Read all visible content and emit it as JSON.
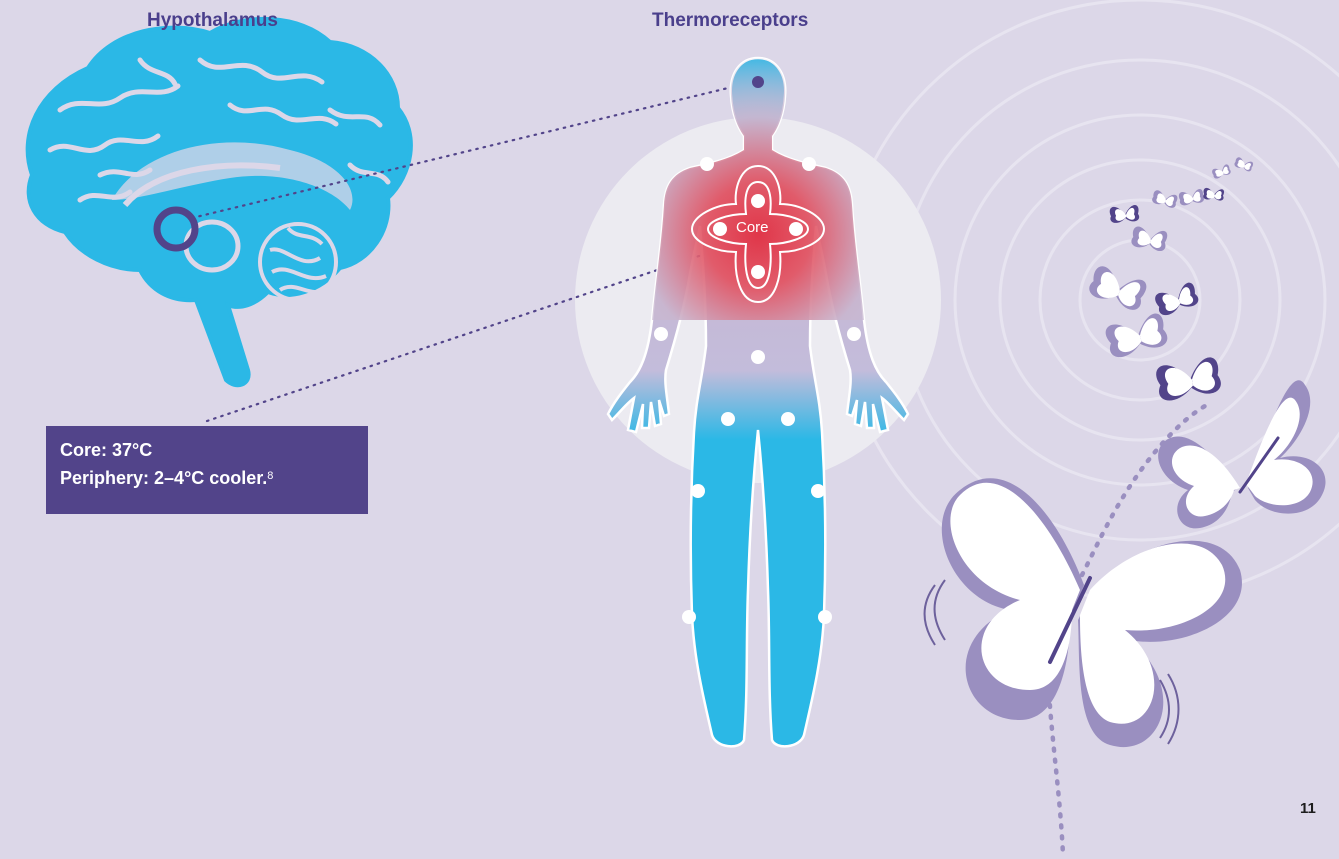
{
  "headings": {
    "hypothalamus": "Hypothalamus",
    "thermoreceptors": "Thermoreceptors"
  },
  "info_box": {
    "core": "Core: 37°C",
    "periphery": "Periphery: 2–4°C cooler.",
    "reference": "8"
  },
  "body_label": "Core",
  "page_number": "11",
  "colors": {
    "background": "#dcd7e8",
    "heading": "#4a3f8c",
    "brain": "#2bb8e6",
    "body": "#2bb8e6",
    "core_red": "#e0303a",
    "accent_purple": "#52448a",
    "butterfly_shadow": "#9a8fc0"
  }
}
